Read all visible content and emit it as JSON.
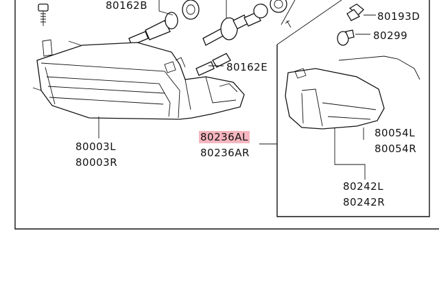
{
  "diagram": {
    "labels": {
      "p80162B": "80162B",
      "p80193D": "80193D",
      "p80299": "80299",
      "p80162E": "80162E",
      "p80003L": "80003L",
      "p80003R": "80003R",
      "p80236AL": "80236AL",
      "p80236AR": "80236AR",
      "p80054L": "80054L",
      "p80054R": "80054R",
      "p80242L": "80242L",
      "p80242R": "80242R"
    },
    "highlight_color": "#f5b6bf"
  }
}
